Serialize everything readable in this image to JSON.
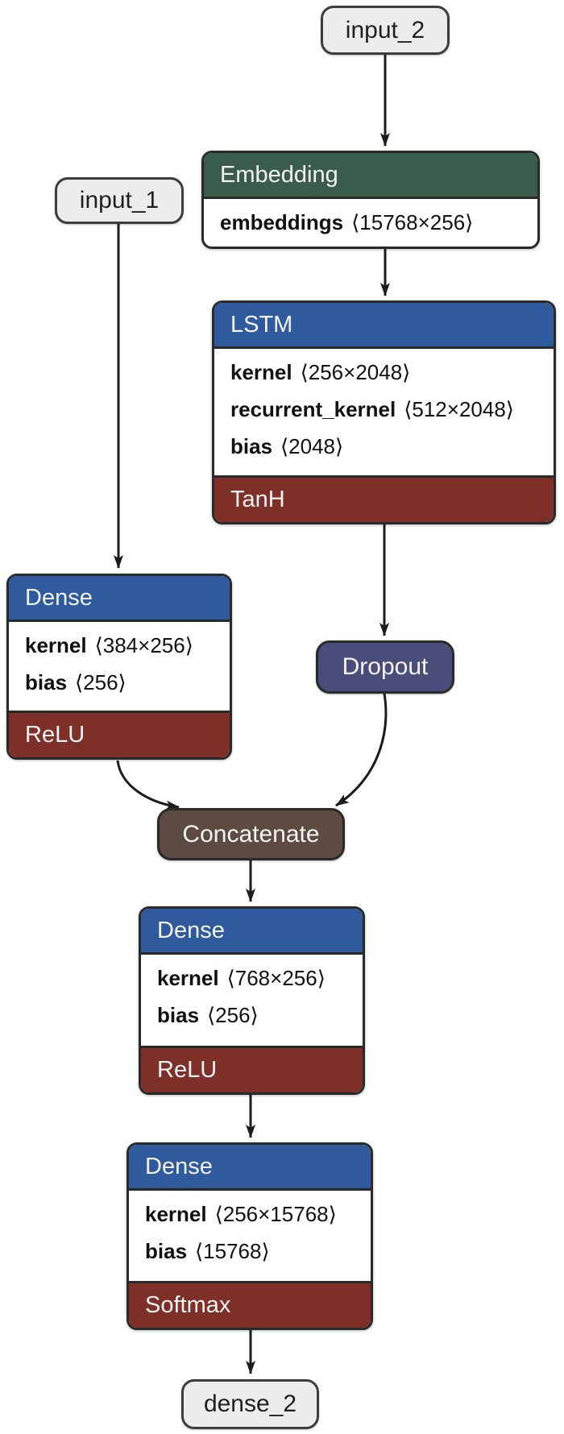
{
  "colors": {
    "background": "#ffffff",
    "edge": "#1c1c1c",
    "box_border": "#2a2a2a",
    "header_green": "#3a5c4a",
    "header_blue": "#2f5a9e",
    "footer_red": "#7d2f28",
    "dropout_fill": "#4a4d79",
    "concat_fill": "#5d4a41",
    "io_fill": "#ececec",
    "io_border": "#3d3d3d",
    "io_text": "#1f1f1f"
  },
  "nodes": {
    "input_2": {
      "label": "input_2"
    },
    "embedding": {
      "title": "Embedding",
      "params": [
        {
          "name": "embeddings",
          "shape": "⟨15768×256⟩"
        }
      ]
    },
    "lstm": {
      "title": "LSTM",
      "params": [
        {
          "name": "kernel",
          "shape": "⟨256×2048⟩"
        },
        {
          "name": "recurrent_kernel",
          "shape": "⟨512×2048⟩"
        },
        {
          "name": "bias",
          "shape": "⟨2048⟩"
        }
      ],
      "activation": "TanH"
    },
    "input_1": {
      "label": "input_1"
    },
    "dense_left": {
      "title": "Dense",
      "params": [
        {
          "name": "kernel",
          "shape": "⟨384×256⟩"
        },
        {
          "name": "bias",
          "shape": "⟨256⟩"
        }
      ],
      "activation": "ReLU"
    },
    "dropout": {
      "label": "Dropout"
    },
    "concatenate": {
      "label": "Concatenate"
    },
    "dense_mid": {
      "title": "Dense",
      "params": [
        {
          "name": "kernel",
          "shape": "⟨768×256⟩"
        },
        {
          "name": "bias",
          "shape": "⟨256⟩"
        }
      ],
      "activation": "ReLU"
    },
    "dense_bottom": {
      "title": "Dense",
      "params": [
        {
          "name": "kernel",
          "shape": "⟨256×15768⟩"
        },
        {
          "name": "bias",
          "shape": "⟨15768⟩"
        }
      ],
      "activation": "Softmax"
    },
    "dense_2": {
      "label": "dense_2"
    }
  }
}
